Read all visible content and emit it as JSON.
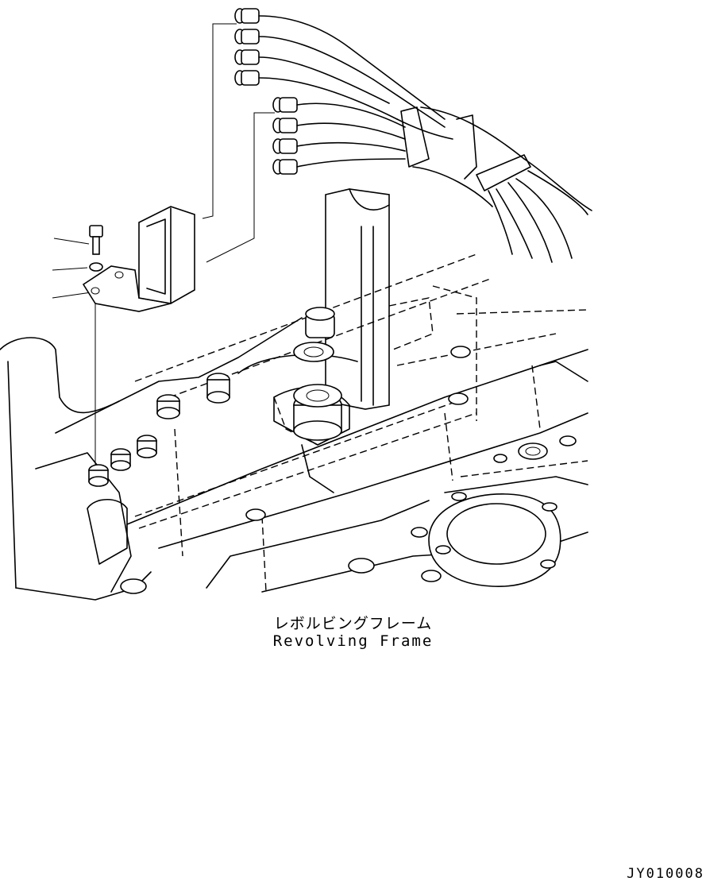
{
  "caption": {
    "japanese": "レボルビングフレーム",
    "english": "Revolving Frame"
  },
  "figure_code": "JY010008"
}
